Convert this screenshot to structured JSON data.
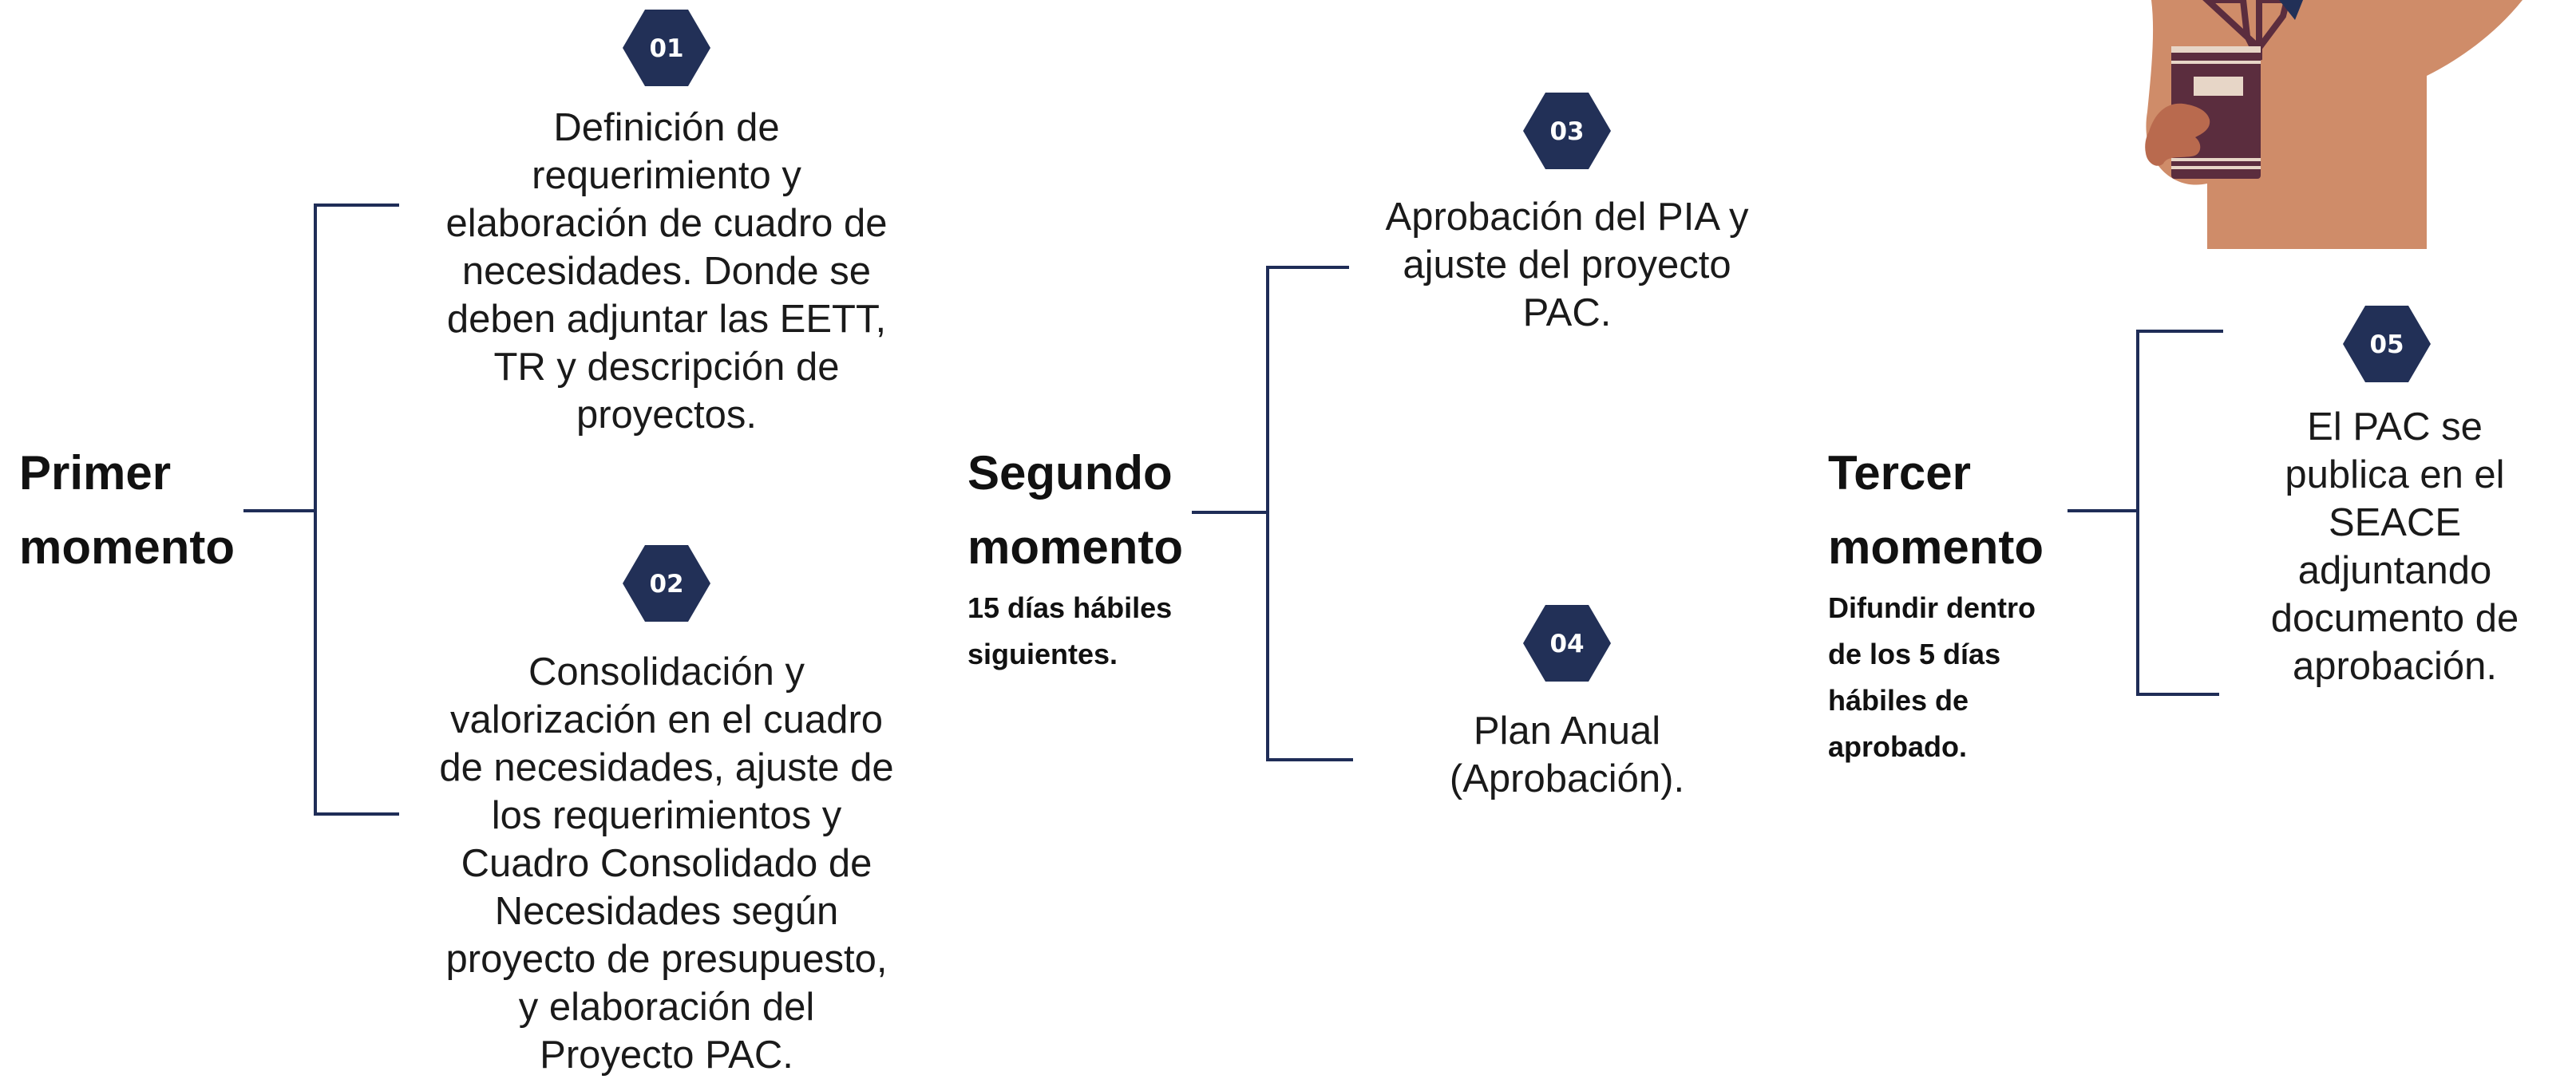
{
  "colors": {
    "navy": "#223057",
    "text": "#111111",
    "skin": "#cf8c69",
    "hand": "#b96a4e",
    "book": "#5b2d3e",
    "book_stripe": "#e7d6c7"
  },
  "momentos": [
    {
      "title_line1": "Primer",
      "title_line2": "momento",
      "subtitle_lines": [],
      "steps": [
        {
          "number": "01",
          "lines": [
            "Definición de",
            "requerimiento y",
            "elaboración de cuadro de",
            "necesidades. Donde se",
            "deben adjuntar las EETT,",
            "TR y descripción de",
            "proyectos."
          ]
        },
        {
          "number": "02",
          "lines": [
            "Consolidación y",
            "valorización en el cuadro",
            "de necesidades, ajuste de",
            "los requerimientos y",
            "Cuadro Consolidado de",
            "Necesidades según",
            "proyecto de presupuesto,",
            "y elaboración del",
            "Proyecto PAC."
          ]
        }
      ]
    },
    {
      "title_line1": "Segundo",
      "title_line2": "momento",
      "subtitle_lines": [
        "15 días hábiles",
        "siguientes."
      ],
      "steps": [
        {
          "number": "03",
          "lines": [
            "Aprobación del PIA y",
            "ajuste del proyecto",
            "PAC."
          ]
        },
        {
          "number": "04",
          "lines": [
            "Plan Anual",
            "(Aprobación)."
          ]
        }
      ]
    },
    {
      "title_line1": "Tercer",
      "title_line2": "momento",
      "subtitle_lines": [
        "Difundir dentro",
        "de los 5 días",
        "hábiles de",
        "aprobado."
      ],
      "steps": [
        {
          "number": "05",
          "lines": [
            "El PAC se",
            "publica en el",
            "SEACE",
            "adjuntando",
            "documento de",
            "aprobación."
          ]
        }
      ]
    }
  ],
  "illustration": {
    "icon": "person-holding-book-icon"
  }
}
